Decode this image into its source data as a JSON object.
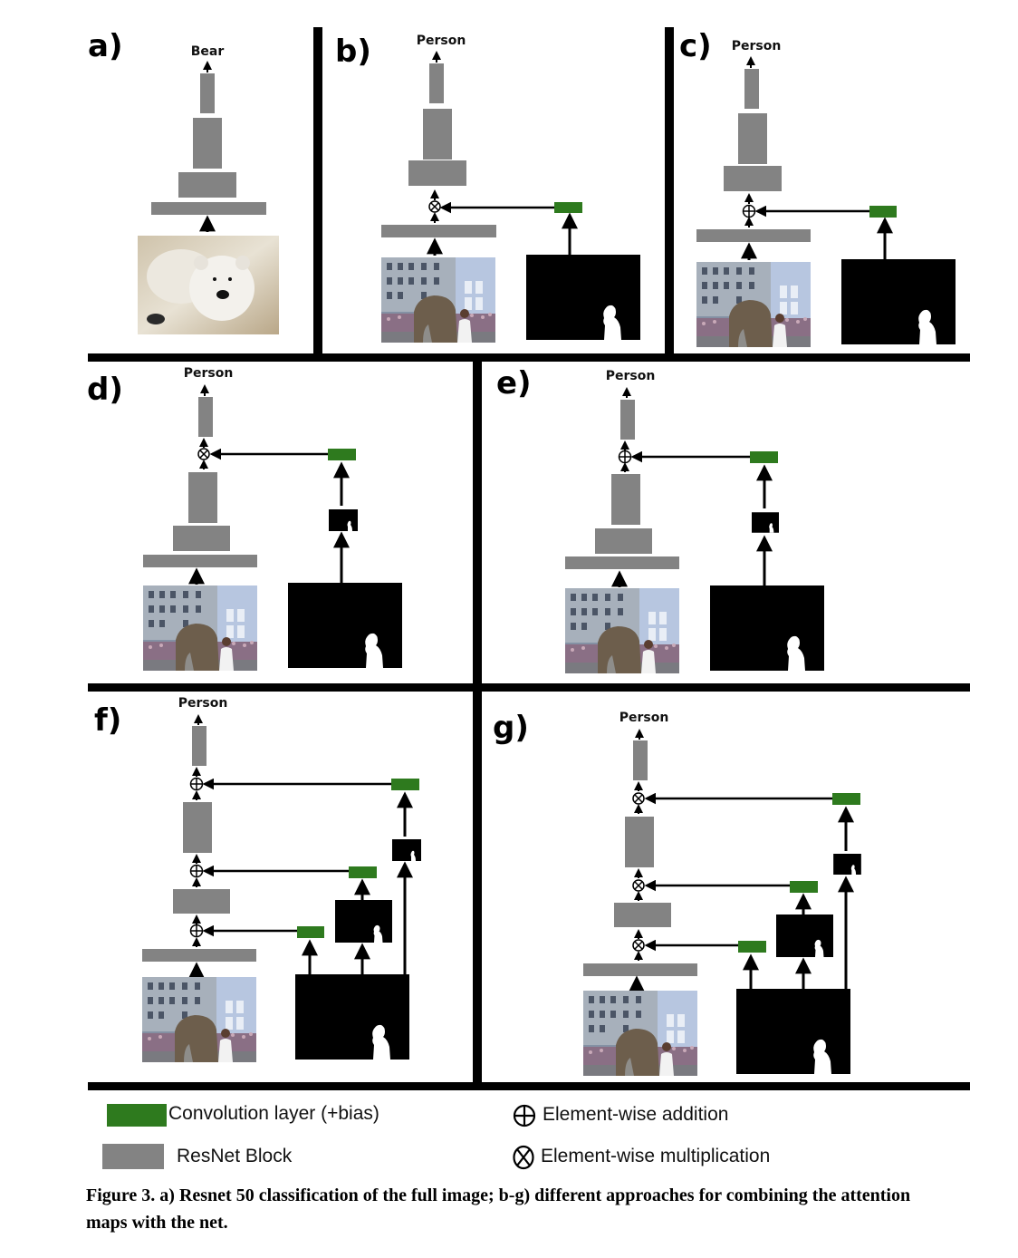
{
  "figure": {
    "panels": [
      {
        "id": "a",
        "letter": "a)",
        "output_label": "Bear",
        "input_image": "polar-bears-photo",
        "combination": "none",
        "attention_branches": 0
      },
      {
        "id": "b",
        "letter": "b)",
        "output_label": "Person",
        "input_image": "elephant-street-photo",
        "combination": "multiplication",
        "injection_points": 1,
        "mask_downsample": false
      },
      {
        "id": "c",
        "letter": "c)",
        "output_label": "Person",
        "input_image": "elephant-street-photo",
        "combination": "addition",
        "injection_points": 1,
        "mask_downsample": false
      },
      {
        "id": "d",
        "letter": "d)",
        "output_label": "Person",
        "input_image": "elephant-street-photo",
        "combination": "multiplication",
        "injection_points": 1,
        "mask_downsample": true
      },
      {
        "id": "e",
        "letter": "e)",
        "output_label": "Person",
        "input_image": "elephant-street-photo",
        "combination": "addition",
        "injection_points": 1,
        "mask_downsample": true
      },
      {
        "id": "f",
        "letter": "f)",
        "output_label": "Person",
        "input_image": "elephant-street-photo",
        "combination": "addition",
        "injection_points": 3,
        "mask_downsample": true
      },
      {
        "id": "g",
        "letter": "g)",
        "output_label": "Person",
        "input_image": "elephant-street-photo",
        "combination": "multiplication",
        "injection_points": 3,
        "mask_downsample": true
      }
    ],
    "legend": {
      "conv": "Convolution layer (+bias)",
      "resnet": "ResNet Block",
      "add": "Element-wise addition",
      "mul": "Element-wise multiplication"
    },
    "caption": "Figure 3. a) Resnet 50 classification of the full image; b-g) different approaches for combining the attention maps with the net.",
    "colors": {
      "conv": "#2e7a1e",
      "resnet": "#838383",
      "mask": "#000000",
      "silhouette": "#ffffff",
      "divider": "#000000"
    }
  }
}
